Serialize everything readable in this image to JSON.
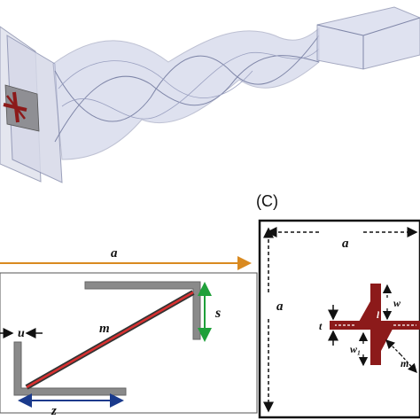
{
  "panel_c": {
    "label": "(C)"
  },
  "left_labels": {
    "a": "a",
    "m": "m",
    "s": "s",
    "u": "u",
    "z": "z"
  },
  "right_labels": {
    "a_top": "a",
    "a_side": "a",
    "w": "w",
    "w1": "w₁",
    "t": "t",
    "l": "l",
    "m": "m"
  },
  "colors": {
    "waveguide_fill": "#b8bfdc",
    "waveguide_edge": "#8a90b0",
    "conductor": "#8c1a1a",
    "metal_strip": "#8a8a8a",
    "a_arrow": "#d98a20",
    "s_arrow": "#1fa03a",
    "z_arrow": "#1a3a8c"
  }
}
